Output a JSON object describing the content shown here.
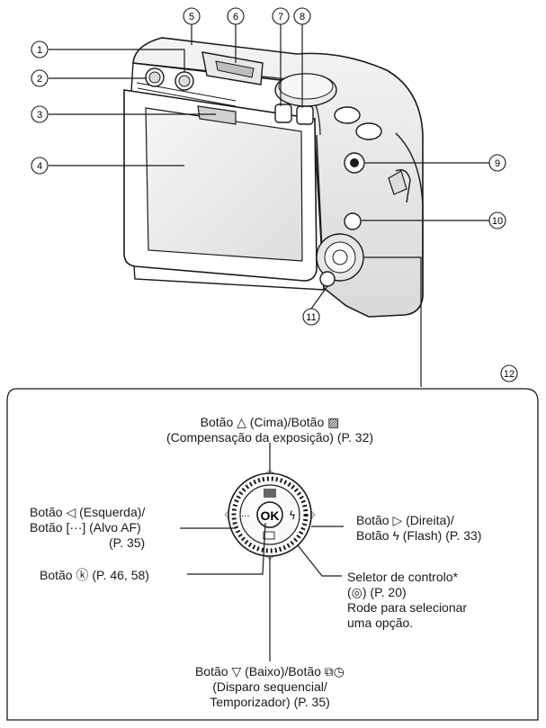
{
  "callouts": [
    "1",
    "2",
    "3",
    "4",
    "5",
    "6",
    "7",
    "8",
    "9",
    "10",
    "11",
    "12"
  ],
  "labels": {
    "up_line1": "Botão △ (Cima)/Botão ▨",
    "up_line2": "(Compensação da exposição) (P. 32)",
    "left_line1": "Botão ◁ (Esquerda)/",
    "left_line2": "Botão [···] (Alvo AF)",
    "left_line3": "(P. 35)",
    "ok": "Botão ⓚ (P. 46, 58)",
    "right_line1": "Botão ▷ (Direita)/",
    "right_line2": "Botão ϟ (Flash) (P. 33)",
    "dial_line1": "Seletor de controlo*",
    "dial_line2": "(◎) (P. 20)",
    "dial_line3": "Rode para selecionar",
    "dial_line4": "uma opção.",
    "down_line1": "Botão ▽ (Baixo)/Botão ⧉◷",
    "down_line2": "(Disparo sequencial/",
    "down_line3": "Temporizador) (P. 35)"
  },
  "dial_center": "OK"
}
